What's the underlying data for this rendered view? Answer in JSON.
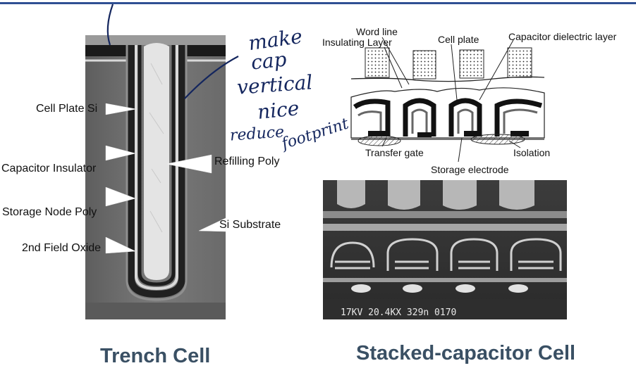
{
  "trench": {
    "caption": "Trench Cell",
    "labels": {
      "cell_plate_si": "Cell Plate Si",
      "capacitor_insulator": "Capacitor Insulator",
      "storage_node_poly": "Storage Node Poly",
      "field_oxide": "2nd Field Oxide",
      "refilling_poly": "Refilling Poly",
      "si_substrate": "Si Substrate"
    }
  },
  "stacked": {
    "caption": "Stacked-capacitor Cell",
    "labels": {
      "word_line": "Word line",
      "insulating_layer": "Insulating Layer",
      "cell_plate": "Cell plate",
      "capacitor_dielectric_layer": "Capacitor dielectric layer",
      "transfer_gate": "Transfer gate",
      "isolation": "Isolation",
      "storage_electrode": "Storage electrode"
    },
    "sem_info": "17KV  20.4KX  329n 0170"
  },
  "handwriting": [
    "make",
    "cap",
    "vertical",
    "nice",
    "reduce",
    "footprint"
  ]
}
